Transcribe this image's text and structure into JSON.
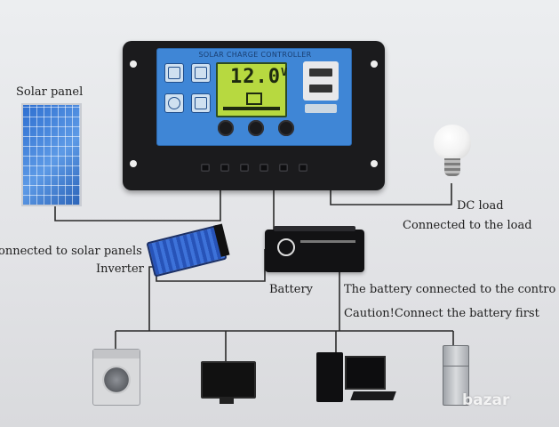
{
  "labels": {
    "solar_panel": "Solar panel",
    "dc_load": "DC load",
    "connected_to_load": "Connected to the load",
    "connected_to_solar": "onnected to solar panels",
    "inverter": "Inverter",
    "battery": "Battery",
    "battery_connected": "The battery connected to the contro",
    "caution": "Caution!Connect the battery first"
  },
  "controller": {
    "title": "SOLAR CHARGE CONTROLLER",
    "display_value": "12.0",
    "display_unit": "V"
  },
  "watermark": "bazar",
  "colors": {
    "controller_face": "#3f86d6",
    "lcd": "#b7d940",
    "wire": "#2a2a2a",
    "panel": "#3b7ad8"
  }
}
